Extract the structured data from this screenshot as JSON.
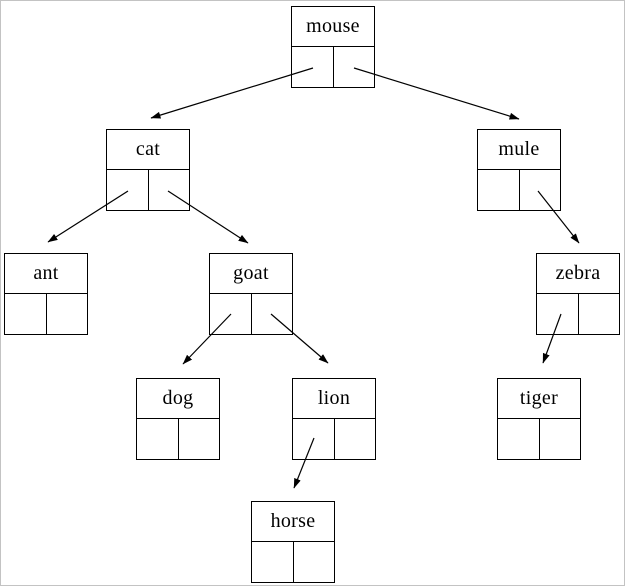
{
  "diagram": {
    "type": "binary-search-tree",
    "root": "mouse",
    "nodes": [
      {
        "id": "mouse",
        "label": "mouse",
        "left": "cat",
        "right": "mule"
      },
      {
        "id": "cat",
        "label": "cat",
        "left": "ant",
        "right": "goat"
      },
      {
        "id": "mule",
        "label": "mule",
        "left": null,
        "right": "zebra"
      },
      {
        "id": "ant",
        "label": "ant",
        "left": null,
        "right": null
      },
      {
        "id": "goat",
        "label": "goat",
        "left": "dog",
        "right": "lion"
      },
      {
        "id": "zebra",
        "label": "zebra",
        "left": "tiger",
        "right": null
      },
      {
        "id": "dog",
        "label": "dog",
        "left": null,
        "right": null
      },
      {
        "id": "lion",
        "label": "lion",
        "left": "horse",
        "right": null
      },
      {
        "id": "tiger",
        "label": "tiger",
        "left": null,
        "right": null
      },
      {
        "id": "horse",
        "label": "horse",
        "left": null,
        "right": null
      }
    ],
    "colors": {
      "node_border": "#000000",
      "edge_line": "#000000",
      "text": "#000000",
      "background": "#ffffff",
      "page_border": "#c3c3c3"
    }
  }
}
